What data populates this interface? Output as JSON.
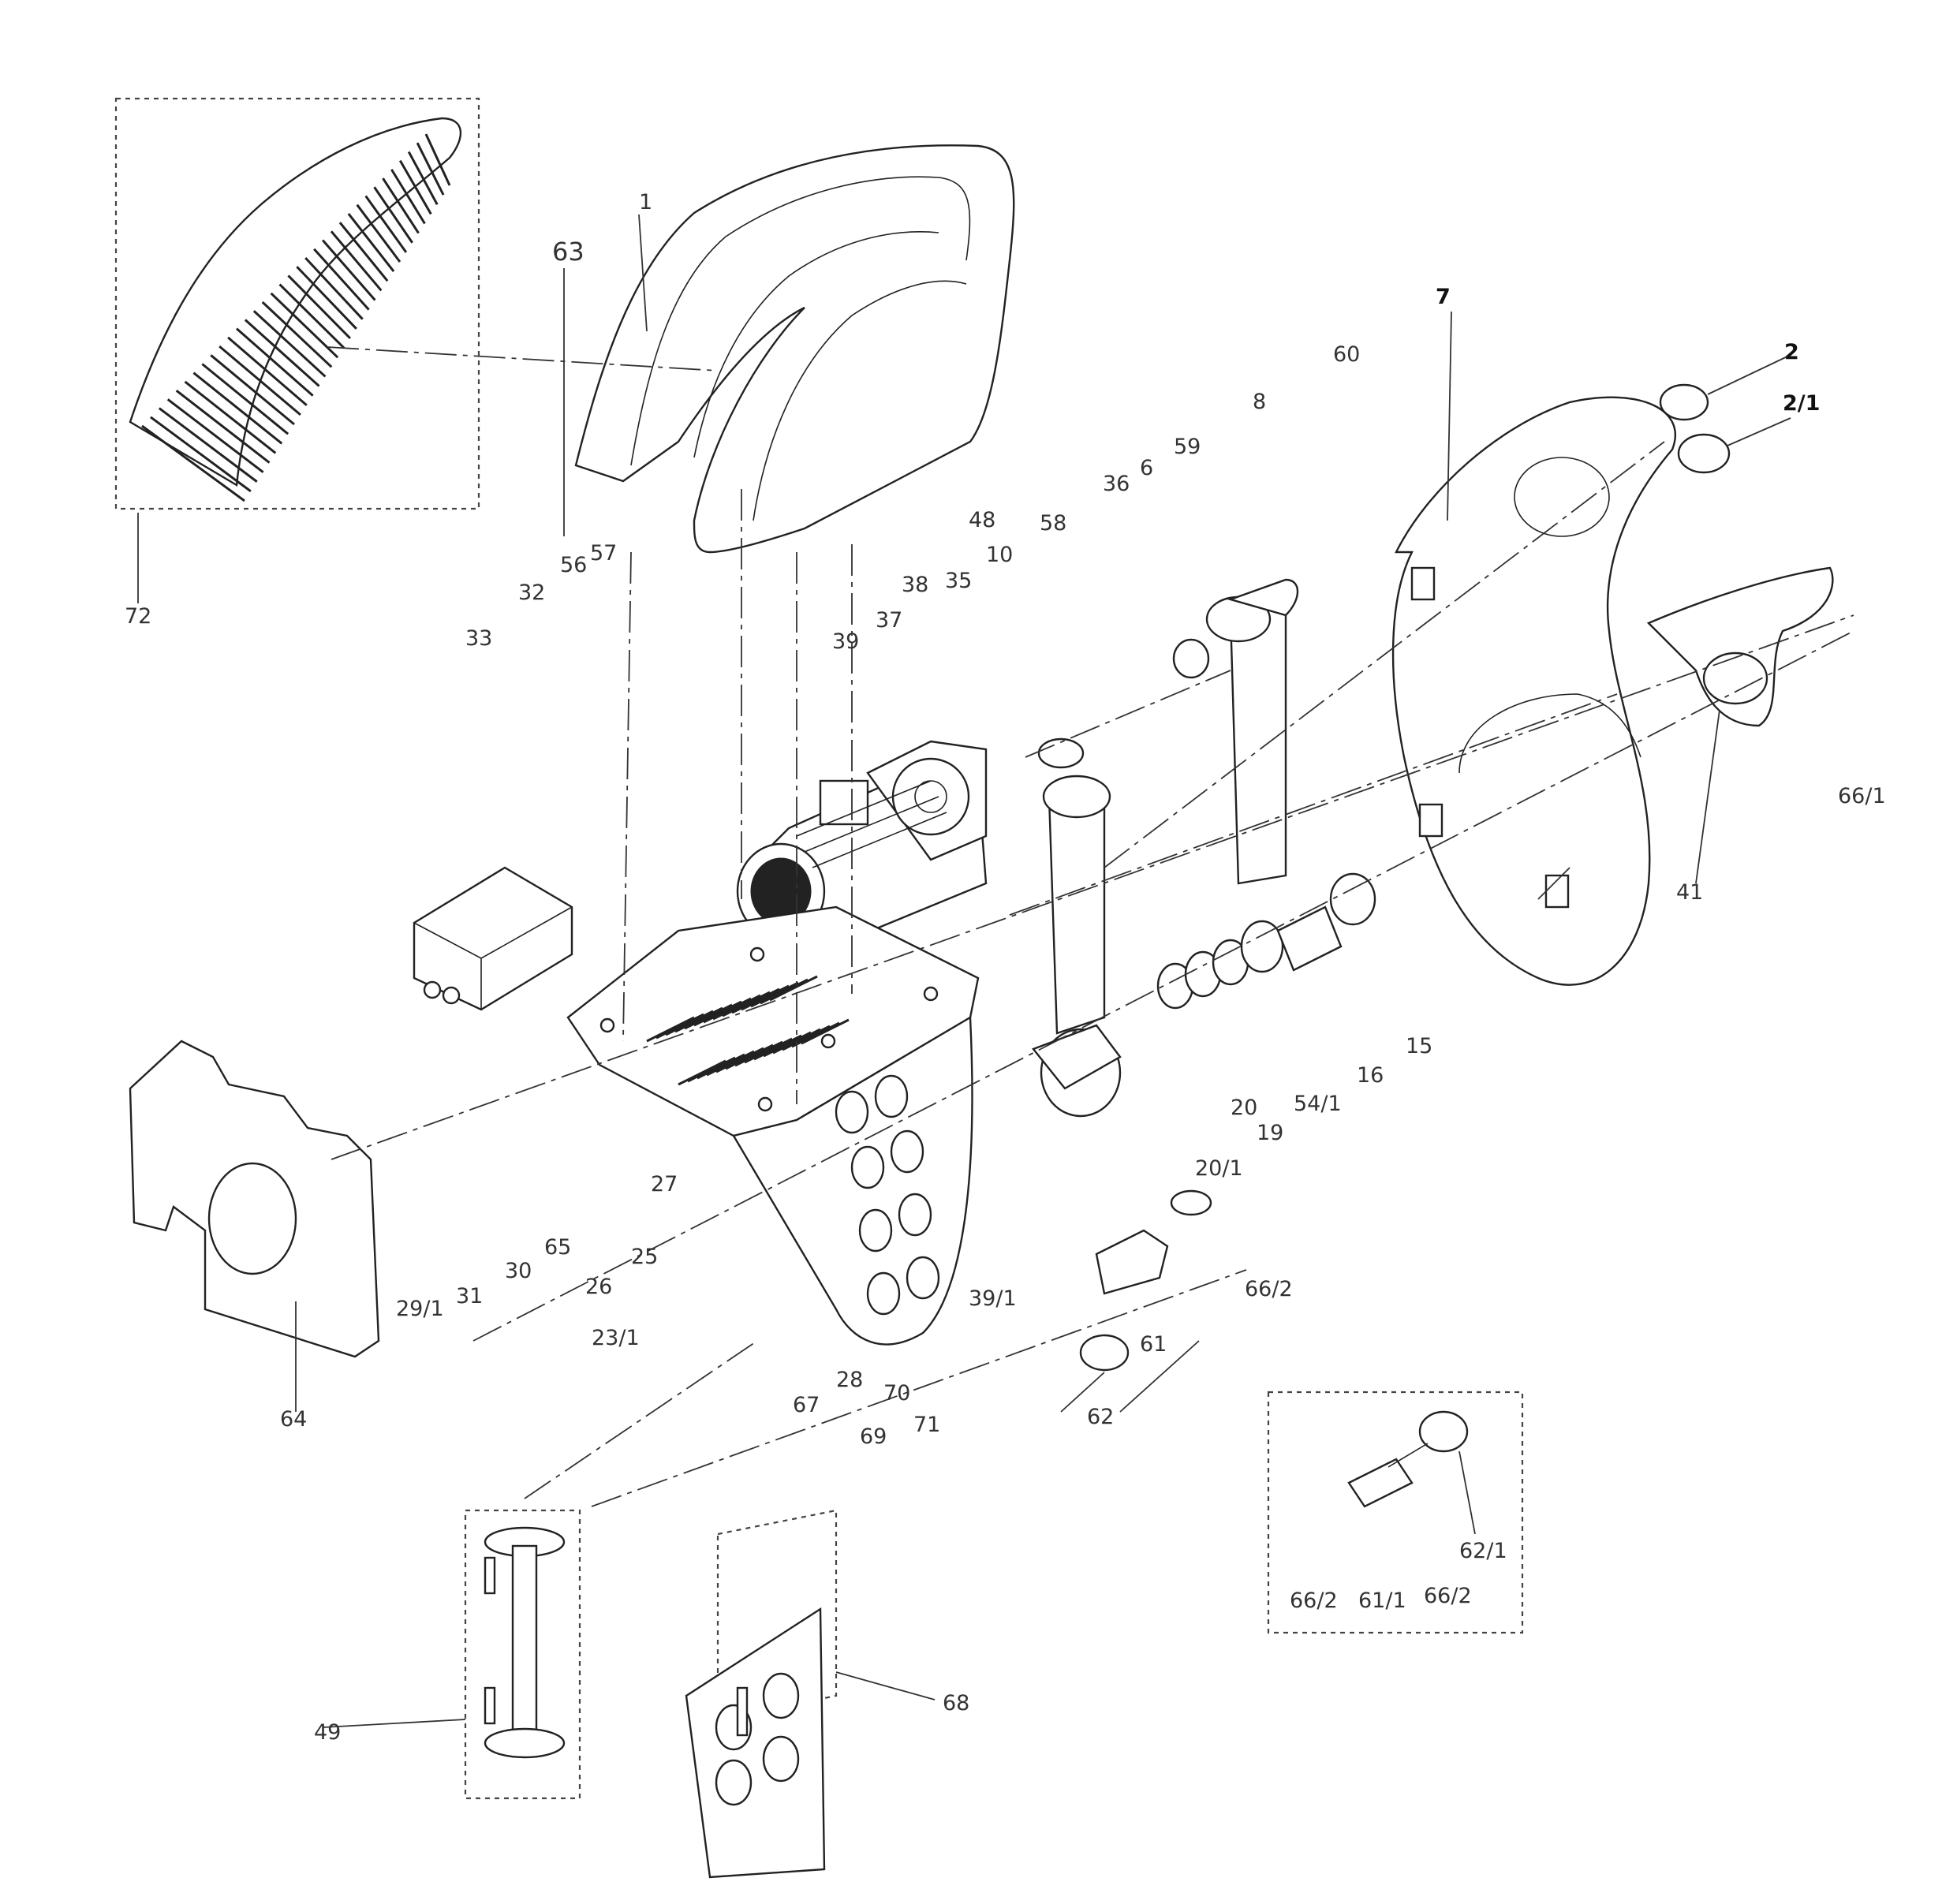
{
  "diagram": {
    "part_labels": [
      "1",
      "63",
      "72",
      "56",
      "57",
      "32",
      "33",
      "29/1",
      "31",
      "30",
      "65",
      "26",
      "25",
      "27",
      "39",
      "37",
      "38",
      "35",
      "48",
      "10",
      "58",
      "36",
      "6",
      "59",
      "8",
      "60",
      "7",
      "2",
      "2/1",
      "41",
      "66/1",
      "15",
      "16",
      "54/1",
      "19",
      "20",
      "20/1",
      "66/2",
      "61",
      "62",
      "39/1",
      "28",
      "69",
      "70",
      "71",
      "67",
      "23/1",
      "64",
      "49",
      "68",
      "62/1",
      "66/2",
      "61/1",
      "66/2"
    ]
  }
}
